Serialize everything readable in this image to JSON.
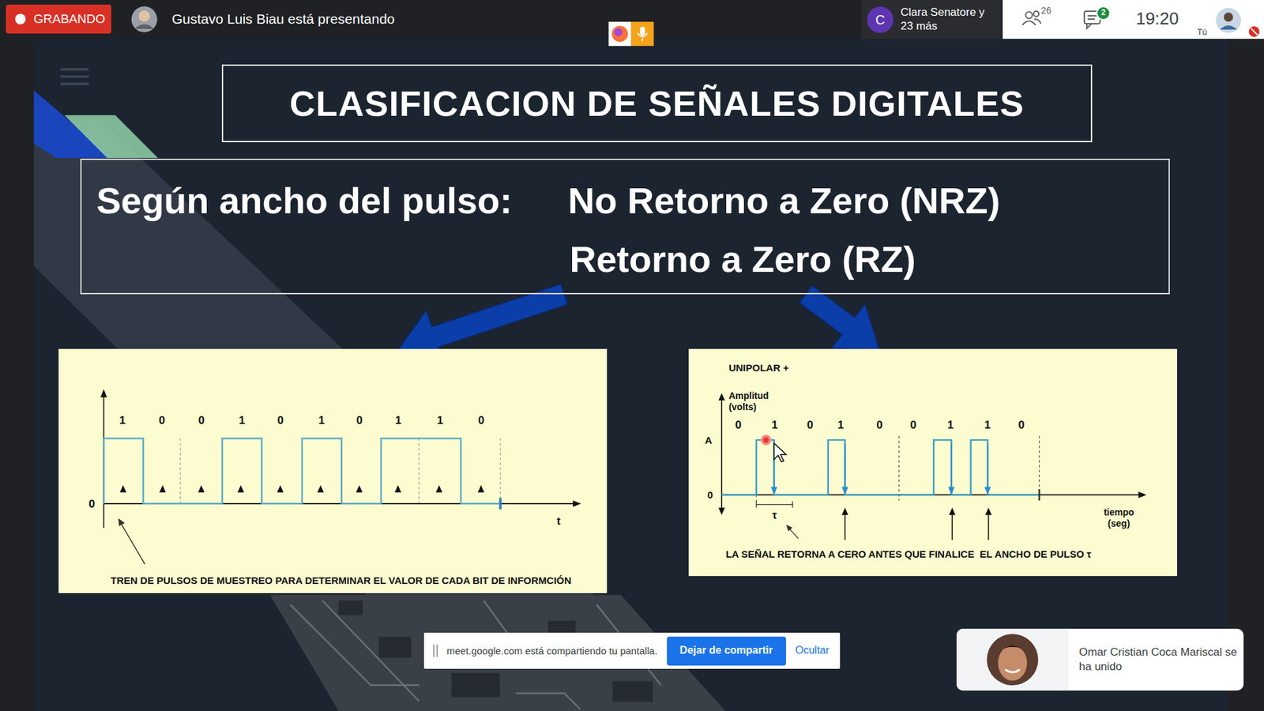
{
  "diagram": {
    "nodes": [
      {
        "text": [
          "GRABANDO"
        ]
      },
      {
        "text": [
          "Clara Senatore y 23 más"
        ]
      },
      {
        "text": [
          "C"
        ],
        "in": 1
      },
      {
        "text": [
          "26",
          "19:20",
          "Tú"
        ]
      },
      {
        "text": [
          "2"
        ],
        "in": 3
      },
      {
        "text": [
          "CLASIFICACION DE SEÑALES DIGITALES"
        ]
      },
      {
        "text": [
          "Según ancho del pulso:",
          "No Retorno a Zero (NRZ)",
          "Retorno a Zero (RZ)"
        ]
      },
      {
        "text": [
          "1",
          "0",
          "0",
          "1",
          "0",
          "1",
          "0",
          "1",
          "1",
          "0",
          "0",
          "t",
          "TREN DE PULSOS DE MUESTREO PARA DETERMINAR EL VALOR DE CADA BIT DE INFORMCIÓN"
        ]
      },
      {
        "text": [
          "UNIPOLAR +",
          "Amplitud (volts)",
          "0",
          "1",
          "0",
          "1",
          "0",
          "0",
          "1",
          "1",
          "0",
          "A",
          "0",
          "τ",
          "tiempo (seg)",
          "LA SEÑAL RETORNA A CERO ANTES QUE FINALICE  EL ANCHO DE PULSO τ"
        ]
      },
      {
        "text": [
          "meet.google.com está compartiendo tu pantalla.",
          "Ocultar"
        ]
      },
      {
        "text": [
          "Dejar de compartir"
        ],
        "in": 9
      },
      {
        "text": [
          "Omar Cristian Coca Mariscal se ha unido"
        ]
      }
    ],
    "edges": [
      {
        "from": 6,
        "to": 7,
        "arrow": "to"
      },
      {
        "from": 6,
        "to": 8,
        "arrow": "to"
      }
    ],
    "labels": [
      "Gustavo Luis Biau está presentando"
    ]
  }
}
